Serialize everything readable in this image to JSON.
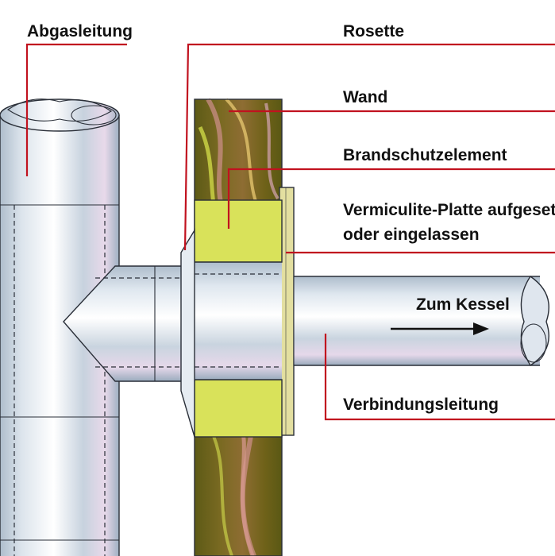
{
  "labels": {
    "abgasleitung": "Abgasleitung",
    "rosette": "Rosette",
    "wand": "Wand",
    "brandschutz": "Brandschutzelement",
    "vermiculite_line1": "Vermiculite-Platte aufgesetzt",
    "vermiculite_line2": "oder eingelassen",
    "zum_kessel": "Zum Kessel",
    "verbindungsleitung": "Verbindungsleitung"
  },
  "colors": {
    "leader": "#c1121f",
    "wood": "#6b5a1e",
    "firestop": "#d9e25a",
    "vermiculite": "#e3dfa0",
    "pipe_dark": "#8fa3b8",
    "pipe_light": "#f4f7fa"
  },
  "icons": {
    "flow_arrow": "arrow-right-icon"
  }
}
